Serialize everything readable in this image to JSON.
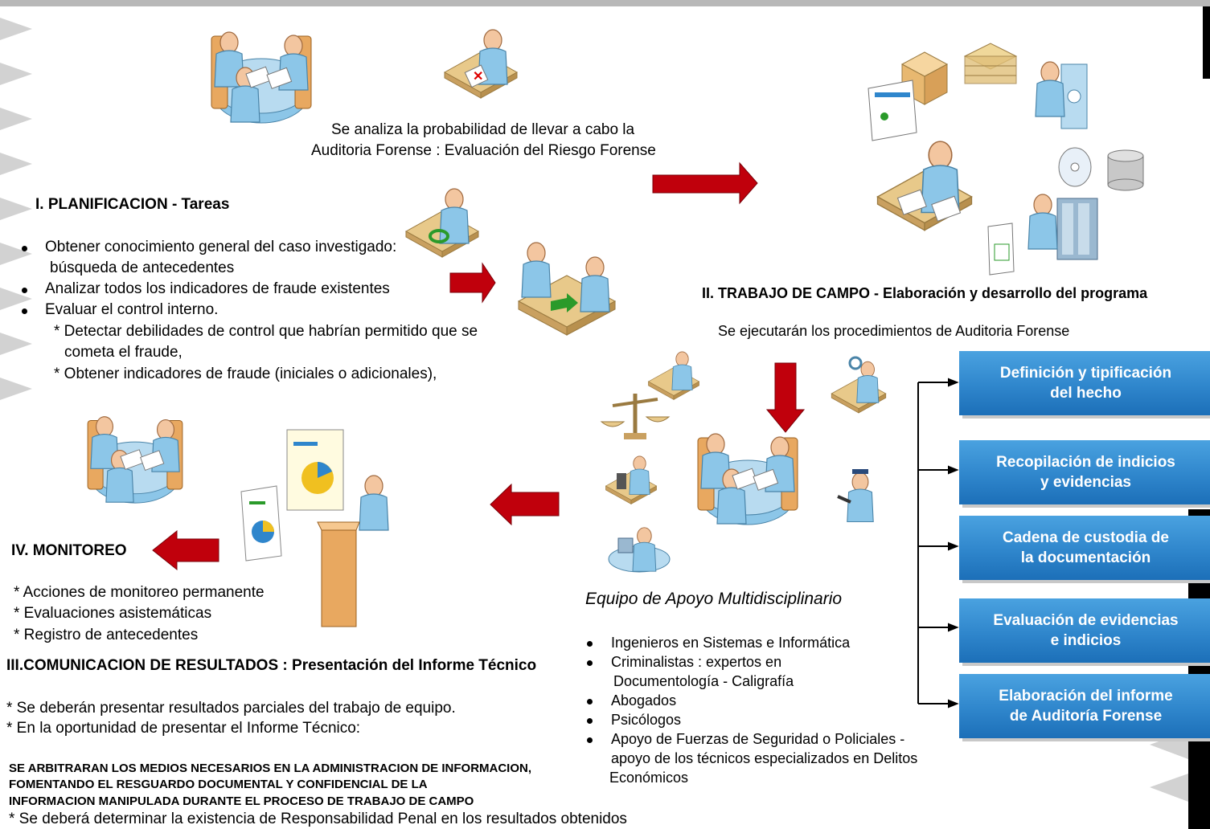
{
  "planning": {
    "intro_line1": "Se analiza la probabilidad de llevar a cabo la",
    "intro_line2": "Auditoria Forense : Evaluación del Riesgo Forense",
    "title": "I. PLANIFICACION - Tareas",
    "bullets": [
      {
        "line1": "Obtener conocimiento general del caso investigado:",
        "line2": "búsqueda de antecedentes"
      },
      {
        "line1": "Analizar todos los indicadores de fraude existentes"
      },
      {
        "line1": "Evaluar el control interno."
      }
    ],
    "sub1_line1": "* Detectar debilidades de control que habrían permitido que se",
    "sub1_line2": "cometa el fraude,",
    "sub2": "*  Obtener indicadores de fraude (iniciales o adicionales),"
  },
  "fieldwork": {
    "title": "II. TRABAJO DE CAMPO - Elaboración y desarrollo del programa",
    "subtitle": "Se ejecutarán los procedimientos de Auditoria Forense"
  },
  "team": {
    "title": "Equipo de Apoyo Multidisciplinario",
    "members": [
      "Ingenieros en Sistemas e Informática",
      "Criminalistas : expertos en",
      "Documentología - Caligrafía",
      "Abogados",
      "Psicólogos",
      "Apoyo de Fuerzas de Seguridad o Policiales -",
      "apoyo de los técnicos especializados en Delitos",
      "Económicos"
    ]
  },
  "steps": [
    "Definición y tipificación\ndel hecho",
    "Recopilación de indicios\ny evidencias",
    "Cadena de custodia de\nla documentación",
    "Evaluación de evidencias\ne indicios",
    "Elaboración del informe\nde Auditoría Forense"
  ],
  "monitoring": {
    "title": "IV. MONITOREO",
    "items": [
      "* Acciones de monitoreo permanente",
      "* Evaluaciones asistemáticas",
      "* Registro de antecedentes"
    ]
  },
  "communication": {
    "title": "III.COMUNICACION DE RESULTADOS :  Presentación del Informe Técnico",
    "line1": "* Se deberán presentar resultados parciales del trabajo de equipo.",
    "line2": "* En la oportunidad de presentar el Informe Técnico:",
    "caps1": "SE ARBITRARAN LOS MEDIOS NECESARIOS EN LA ADMINISTRACION DE INFORMACION,",
    "caps2": "FOMENTANDO EL RESGUARDO DOCUMENTAL Y CONFIDENCIAL  DE LA",
    "caps3": "INFORMACION MANIPULADA DURANTE EL PROCESO DE TRABAJO DE CAMPO",
    "last": "* Se deberá determinar la existencia de Responsabilidad Penal en los resultados obtenidos"
  },
  "colors": {
    "arrow": "#c0000c",
    "box": "#2f86cc",
    "person": "#8cc6e8",
    "table": "#e8c98a",
    "chevron": "#d0d0d0"
  },
  "icons": [
    "meeting-table-icon",
    "desk-worker-icon",
    "presenter-icon",
    "document-icon",
    "server-icon",
    "safe-icon",
    "package-icon",
    "stack-icon",
    "disc-icon",
    "database-icon",
    "spreadsheet-icon",
    "scale-icon",
    "police-officer-icon",
    "microscope-worker-icon",
    "lab-worker-icon",
    "computer-worker-icon"
  ]
}
